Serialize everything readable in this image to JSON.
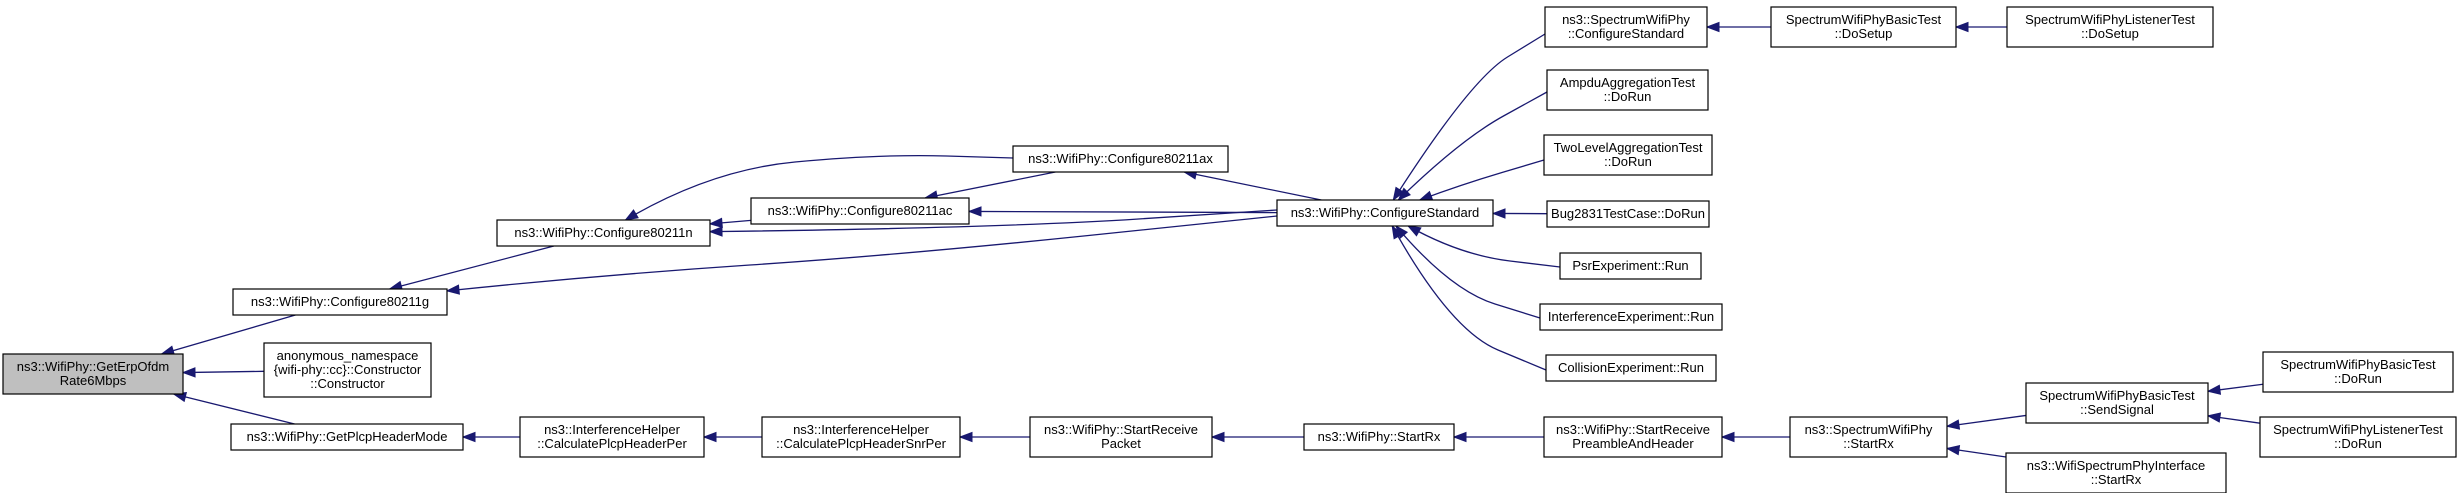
{
  "diagram": {
    "nodes": [
      {
        "id": "n0",
        "lines": [
          "ns3::WifiPhy::GetErpOfdm",
          "Rate6Mbps"
        ],
        "root": true
      },
      {
        "id": "n1",
        "lines": [
          "ns3::WifiPhy::Configure80211g"
        ]
      },
      {
        "id": "n2",
        "lines": [
          "anonymous_namespace",
          "{wifi-phy::cc}::Constructor",
          "::Constructor"
        ]
      },
      {
        "id": "n3",
        "lines": [
          "ns3::WifiPhy::GetPlcpHeaderMode"
        ]
      },
      {
        "id": "n4",
        "lines": [
          "ns3::WifiPhy::Configure80211n"
        ]
      },
      {
        "id": "n5",
        "lines": [
          "ns3::WifiPhy::Configure80211ac"
        ]
      },
      {
        "id": "n6",
        "lines": [
          "ns3::WifiPhy::Configure80211ax"
        ]
      },
      {
        "id": "n7",
        "lines": [
          "ns3::WifiPhy::ConfigureStandard"
        ]
      },
      {
        "id": "n8",
        "lines": [
          "ns3::SpectrumWifiPhy",
          "::ConfigureStandard"
        ]
      },
      {
        "id": "n9",
        "lines": [
          "AmpduAggregationTest",
          "::DoRun"
        ]
      },
      {
        "id": "n10",
        "lines": [
          "TwoLevelAggregationTest",
          "::DoRun"
        ]
      },
      {
        "id": "n11",
        "lines": [
          "Bug2831TestCase::DoRun"
        ]
      },
      {
        "id": "n12",
        "lines": [
          "PsrExperiment::Run"
        ]
      },
      {
        "id": "n13",
        "lines": [
          "InterferenceExperiment::Run"
        ]
      },
      {
        "id": "n14",
        "lines": [
          "CollisionExperiment::Run"
        ]
      },
      {
        "id": "n15",
        "lines": [
          "SpectrumWifiPhyBasicTest",
          "::DoSetup"
        ]
      },
      {
        "id": "n16",
        "lines": [
          "SpectrumWifiPhyListenerTest",
          "::DoSetup"
        ]
      },
      {
        "id": "n17",
        "lines": [
          "ns3::InterferenceHelper",
          "::CalculatePlcpHeaderPer"
        ]
      },
      {
        "id": "n18",
        "lines": [
          "ns3::InterferenceHelper",
          "::CalculatePlcpHeaderSnrPer"
        ]
      },
      {
        "id": "n19",
        "lines": [
          "ns3::WifiPhy::StartReceive",
          "Packet"
        ]
      },
      {
        "id": "n20",
        "lines": [
          "ns3::WifiPhy::StartRx"
        ]
      },
      {
        "id": "n21",
        "lines": [
          "ns3::WifiPhy::StartReceive",
          "PreambleAndHeader"
        ]
      },
      {
        "id": "n22",
        "lines": [
          "ns3::SpectrumWifiPhy",
          "::StartRx"
        ]
      },
      {
        "id": "n23",
        "lines": [
          "SpectrumWifiPhyBasicTest",
          "::SendSignal"
        ]
      },
      {
        "id": "n24",
        "lines": [
          "ns3::WifiSpectrumPhyInterface",
          "::StartRx"
        ]
      },
      {
        "id": "n25",
        "lines": [
          "SpectrumWifiPhyBasicTest",
          "::DoRun"
        ]
      },
      {
        "id": "n26",
        "lines": [
          "SpectrumWifiPhyListenerTest",
          "::DoRun"
        ]
      }
    ],
    "edges": [
      {
        "from": "n1",
        "to": "n0"
      },
      {
        "from": "n2",
        "to": "n0"
      },
      {
        "from": "n3",
        "to": "n0"
      },
      {
        "from": "n4",
        "to": "n1"
      },
      {
        "from": "n7",
        "to": "n1"
      },
      {
        "from": "n5",
        "to": "n4"
      },
      {
        "from": "n6",
        "to": "n4"
      },
      {
        "from": "n7",
        "to": "n4"
      },
      {
        "from": "n6",
        "to": "n5"
      },
      {
        "from": "n7",
        "to": "n5"
      },
      {
        "from": "n7",
        "to": "n6"
      },
      {
        "from": "n8",
        "to": "n7"
      },
      {
        "from": "n9",
        "to": "n7"
      },
      {
        "from": "n10",
        "to": "n7"
      },
      {
        "from": "n11",
        "to": "n7"
      },
      {
        "from": "n12",
        "to": "n7"
      },
      {
        "from": "n13",
        "to": "n7"
      },
      {
        "from": "n14",
        "to": "n7"
      },
      {
        "from": "n15",
        "to": "n8"
      },
      {
        "from": "n16",
        "to": "n15"
      },
      {
        "from": "n17",
        "to": "n3"
      },
      {
        "from": "n18",
        "to": "n17"
      },
      {
        "from": "n19",
        "to": "n18"
      },
      {
        "from": "n20",
        "to": "n19"
      },
      {
        "from": "n21",
        "to": "n20"
      },
      {
        "from": "n22",
        "to": "n21"
      },
      {
        "from": "n23",
        "to": "n22"
      },
      {
        "from": "n24",
        "to": "n22"
      },
      {
        "from": "n25",
        "to": "n23"
      },
      {
        "from": "n26",
        "to": "n23"
      }
    ]
  }
}
